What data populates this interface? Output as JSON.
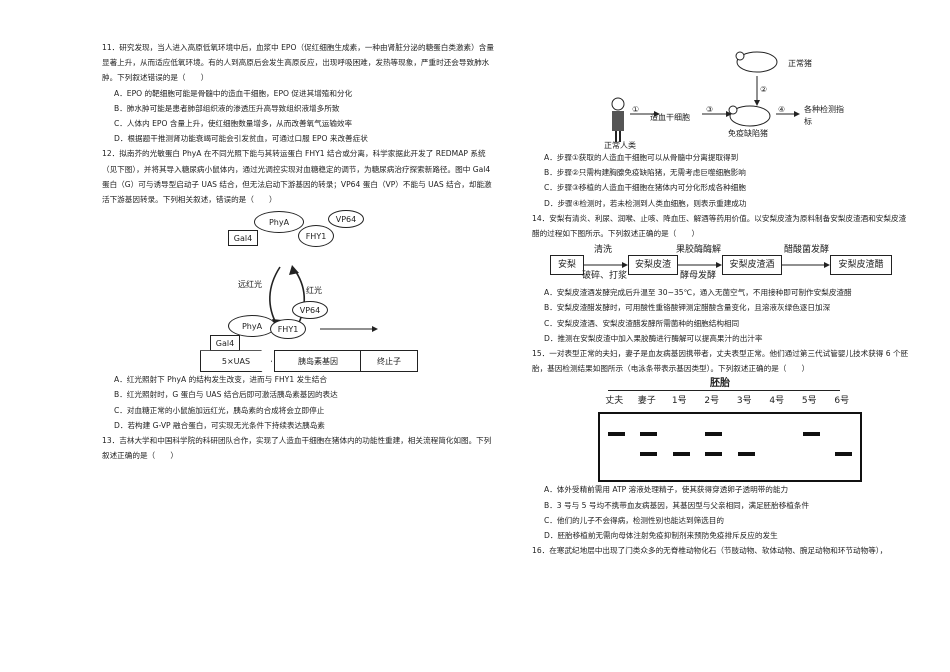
{
  "q11": {
    "stem": "11．研究发现，当人进入高原低氧环境中后，血浆中 EPO（促红细胞生成素，一种由肾脏分泌的糖蛋白类激素）含量显著上升，从而适应低氧环境。有的人到高原后会发生高原反应，出现呼吸困难，发热等现象，严重时还会导致肺水肿。下列叙述错误的是（　　）",
    "options": [
      "A．EPO 的靶细胞可能是骨髓中的造血干细胞，EPO 促进其增殖和分化",
      "B．肺水肿可能是患者肺部组织液的渗透压升高导致组织液增多所致",
      "C．人体内 EPO 含量上升，使红细胞数量增多，从而改善氧气运输效率",
      "D．根据题干推测肾功能衰竭可能会引发贫血，可通过口服 EPO 来改善症状"
    ]
  },
  "q12": {
    "stem": "12．拟南芥的光敏蛋白 PhyA 在不同光照下能与其转运蛋白 FHY1 结合或分离，科学家据此开发了 REDMAP 系统（见下图），并将其导入糖尿病小鼠体内，通过光调控实现对血糖稳定的调节，为糖尿病治疗探索新路径。图中 Gal4 蛋白（G）可与诱导型启动子 UAS 结合，但无法启动下游基因的转录；VP64 蛋白（VP）不能与 UAS 结合，却能激活下游基因转录。下列相关叙述，错误的是（　　）",
    "figure": {
      "phya": "PhyA",
      "fhy1": "FHY1",
      "vp64": "VP64",
      "gal4": "Gal4",
      "far_red": "远红光",
      "red": "红光",
      "uas": "5×UAS",
      "gene": "胰岛素基因",
      "terminator": "终止子"
    },
    "options": [
      "A．红光照射下 PhyA 的结构发生改变，进而与 FHY1 发生结合",
      "B．红光照射时，G 蛋白与 UAS 结合后即可激活胰岛素基因的表达",
      "C．对血糖正常的小鼠施加远红光，胰岛素的合成将会立即停止",
      "D．若构建 G-VP 融合蛋白，可实现无光条件下持续表达胰岛素"
    ]
  },
  "q13": {
    "stem": "13．吉林大学和中国科学院的科研团队合作，实现了人造血干细胞在猪体内的功能性重建，相关流程简化如图。下列叙述正确的是（　　）",
    "figure": {
      "normal_pig": "正常猪",
      "normal_human": "正常人类",
      "hsc": "造血干细胞",
      "immuno_pig": "免疫缺陷猪",
      "indices": "各种检测指标",
      "s1": "①",
      "s2": "②",
      "s3": "③",
      "s4": "④"
    },
    "options": [
      "A．步骤①获取的人造血干细胞可以从骨髓中分离提取得到",
      "B．步骤②只需构建胸腺免疫缺陷猪，无需考虑巨噬细胞影响",
      "C．步骤③移植的人造血干细胞在猪体内可分化形成各种细胞",
      "D．步骤④检测时，若未检测到人类血细胞，则表示重建成功"
    ]
  },
  "q14": {
    "stem": "14．安梨有清炎、利尿、润喉、止咳、降血压、解酒等药用价值。以安梨皮渣为原料制备安梨皮渣酒和安梨皮渣醋的过程如下图所示。下列叙述正确的是（　　）",
    "figure": {
      "b1": "安梨",
      "a1_top": "清洗",
      "a1_bot": "破碎、打浆",
      "b2": "安梨皮渣",
      "a2_top": "果胶酶酶解",
      "a2_bot": "酵母发酵",
      "b3": "安梨皮渣酒",
      "a3_top": "醋酸菌发酵",
      "b4": "安梨皮渣醋"
    },
    "options": [
      "A．安梨皮渣酒发酵完成后升温至 30~35℃，通入无菌空气，不用接种即可制作安梨皮渣醋",
      "B．安梨皮渣醋发酵时，可用酸性重铬酸钾测定醋酸含量变化，且溶液灰绿色逐日加深",
      "C．安梨皮渣酒、安梨皮渣醋发酵所需菌种的细胞结构相同",
      "D．推测在安梨皮渣中加入果胶酶进行酶解可以提高果汁的出汁率"
    ]
  },
  "q15": {
    "stem": "15．一对表型正常的夫妇，妻子是血友病基因携带者，丈夫表型正常。他们通过第三代试管婴儿技术获得 6 个胚胎，基因检测结果如图所示（电泳条带表示基因类型）。下列叙述正确的是（　　）",
    "figure": {
      "title": "胚胎",
      "lanes": [
        "丈夫",
        "妻子",
        "1号",
        "2号",
        "3号",
        "4号",
        "5号",
        "6号"
      ],
      "top_band": [
        true,
        true,
        false,
        true,
        false,
        false,
        true,
        false
      ],
      "bottom_band": [
        false,
        true,
        true,
        true,
        true,
        false,
        false,
        true
      ]
    },
    "options": [
      "A．体外受精前需用 ATP 溶液处理精子，使其获得穿透卵子透明带的能力",
      "B．3 号与 5 号均不携带血友病基因，其基因型与父亲相同，满足胚胎移植条件",
      "C．他们的儿子不会得病，检测性别也能达到筛选目的",
      "D．胚胎移植前无需向母体注射免疫抑制剂来预防免疫排斥反应的发生"
    ]
  },
  "q16": {
    "stem": "16．在寒武纪地层中出现了门类众多的无脊椎动物化石（节肢动物、软体动物、腕足动物和环节动物等），"
  }
}
